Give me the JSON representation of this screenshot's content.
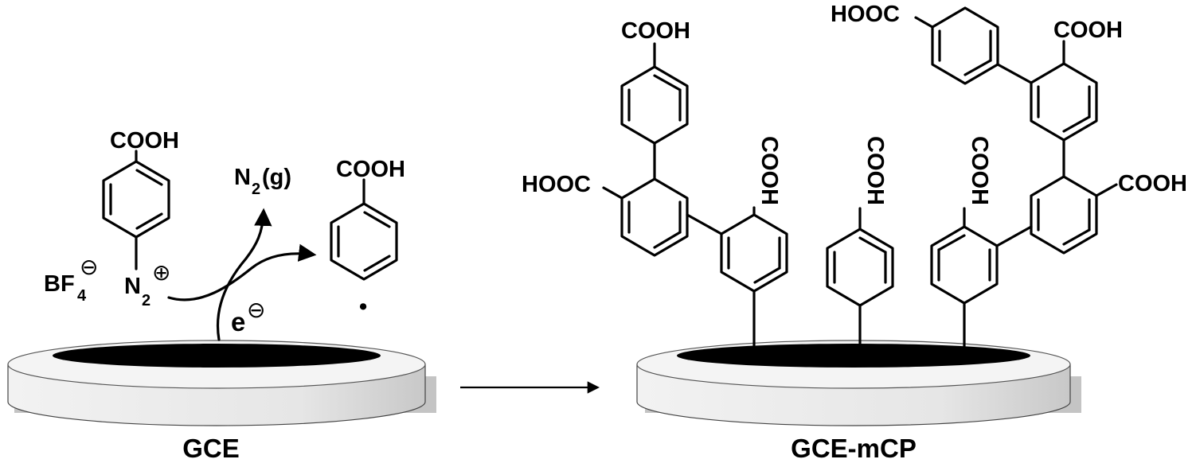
{
  "left_panel": {
    "electrode_label": "GCE",
    "reagent_group": "COOH",
    "counterion": "BF",
    "counterion_subscript": "4",
    "counterion_charge": "⊖",
    "diazonium": "N",
    "diazonium_subscript": "2",
    "diazonium_charge": "⊕",
    "gas_product": "N",
    "gas_product_subscript": "2",
    "gas_product_state": " (g)",
    "electron": "e",
    "electron_charge": "⊖",
    "radical_group": "COOH",
    "radical_dot": "•"
  },
  "right_panel": {
    "electrode_label": "GCE-mCP",
    "groups": [
      "COOH",
      "HOOC",
      "COOH",
      "COOH",
      "COOH",
      "HOOC",
      "COOH",
      "COOH"
    ]
  }
}
